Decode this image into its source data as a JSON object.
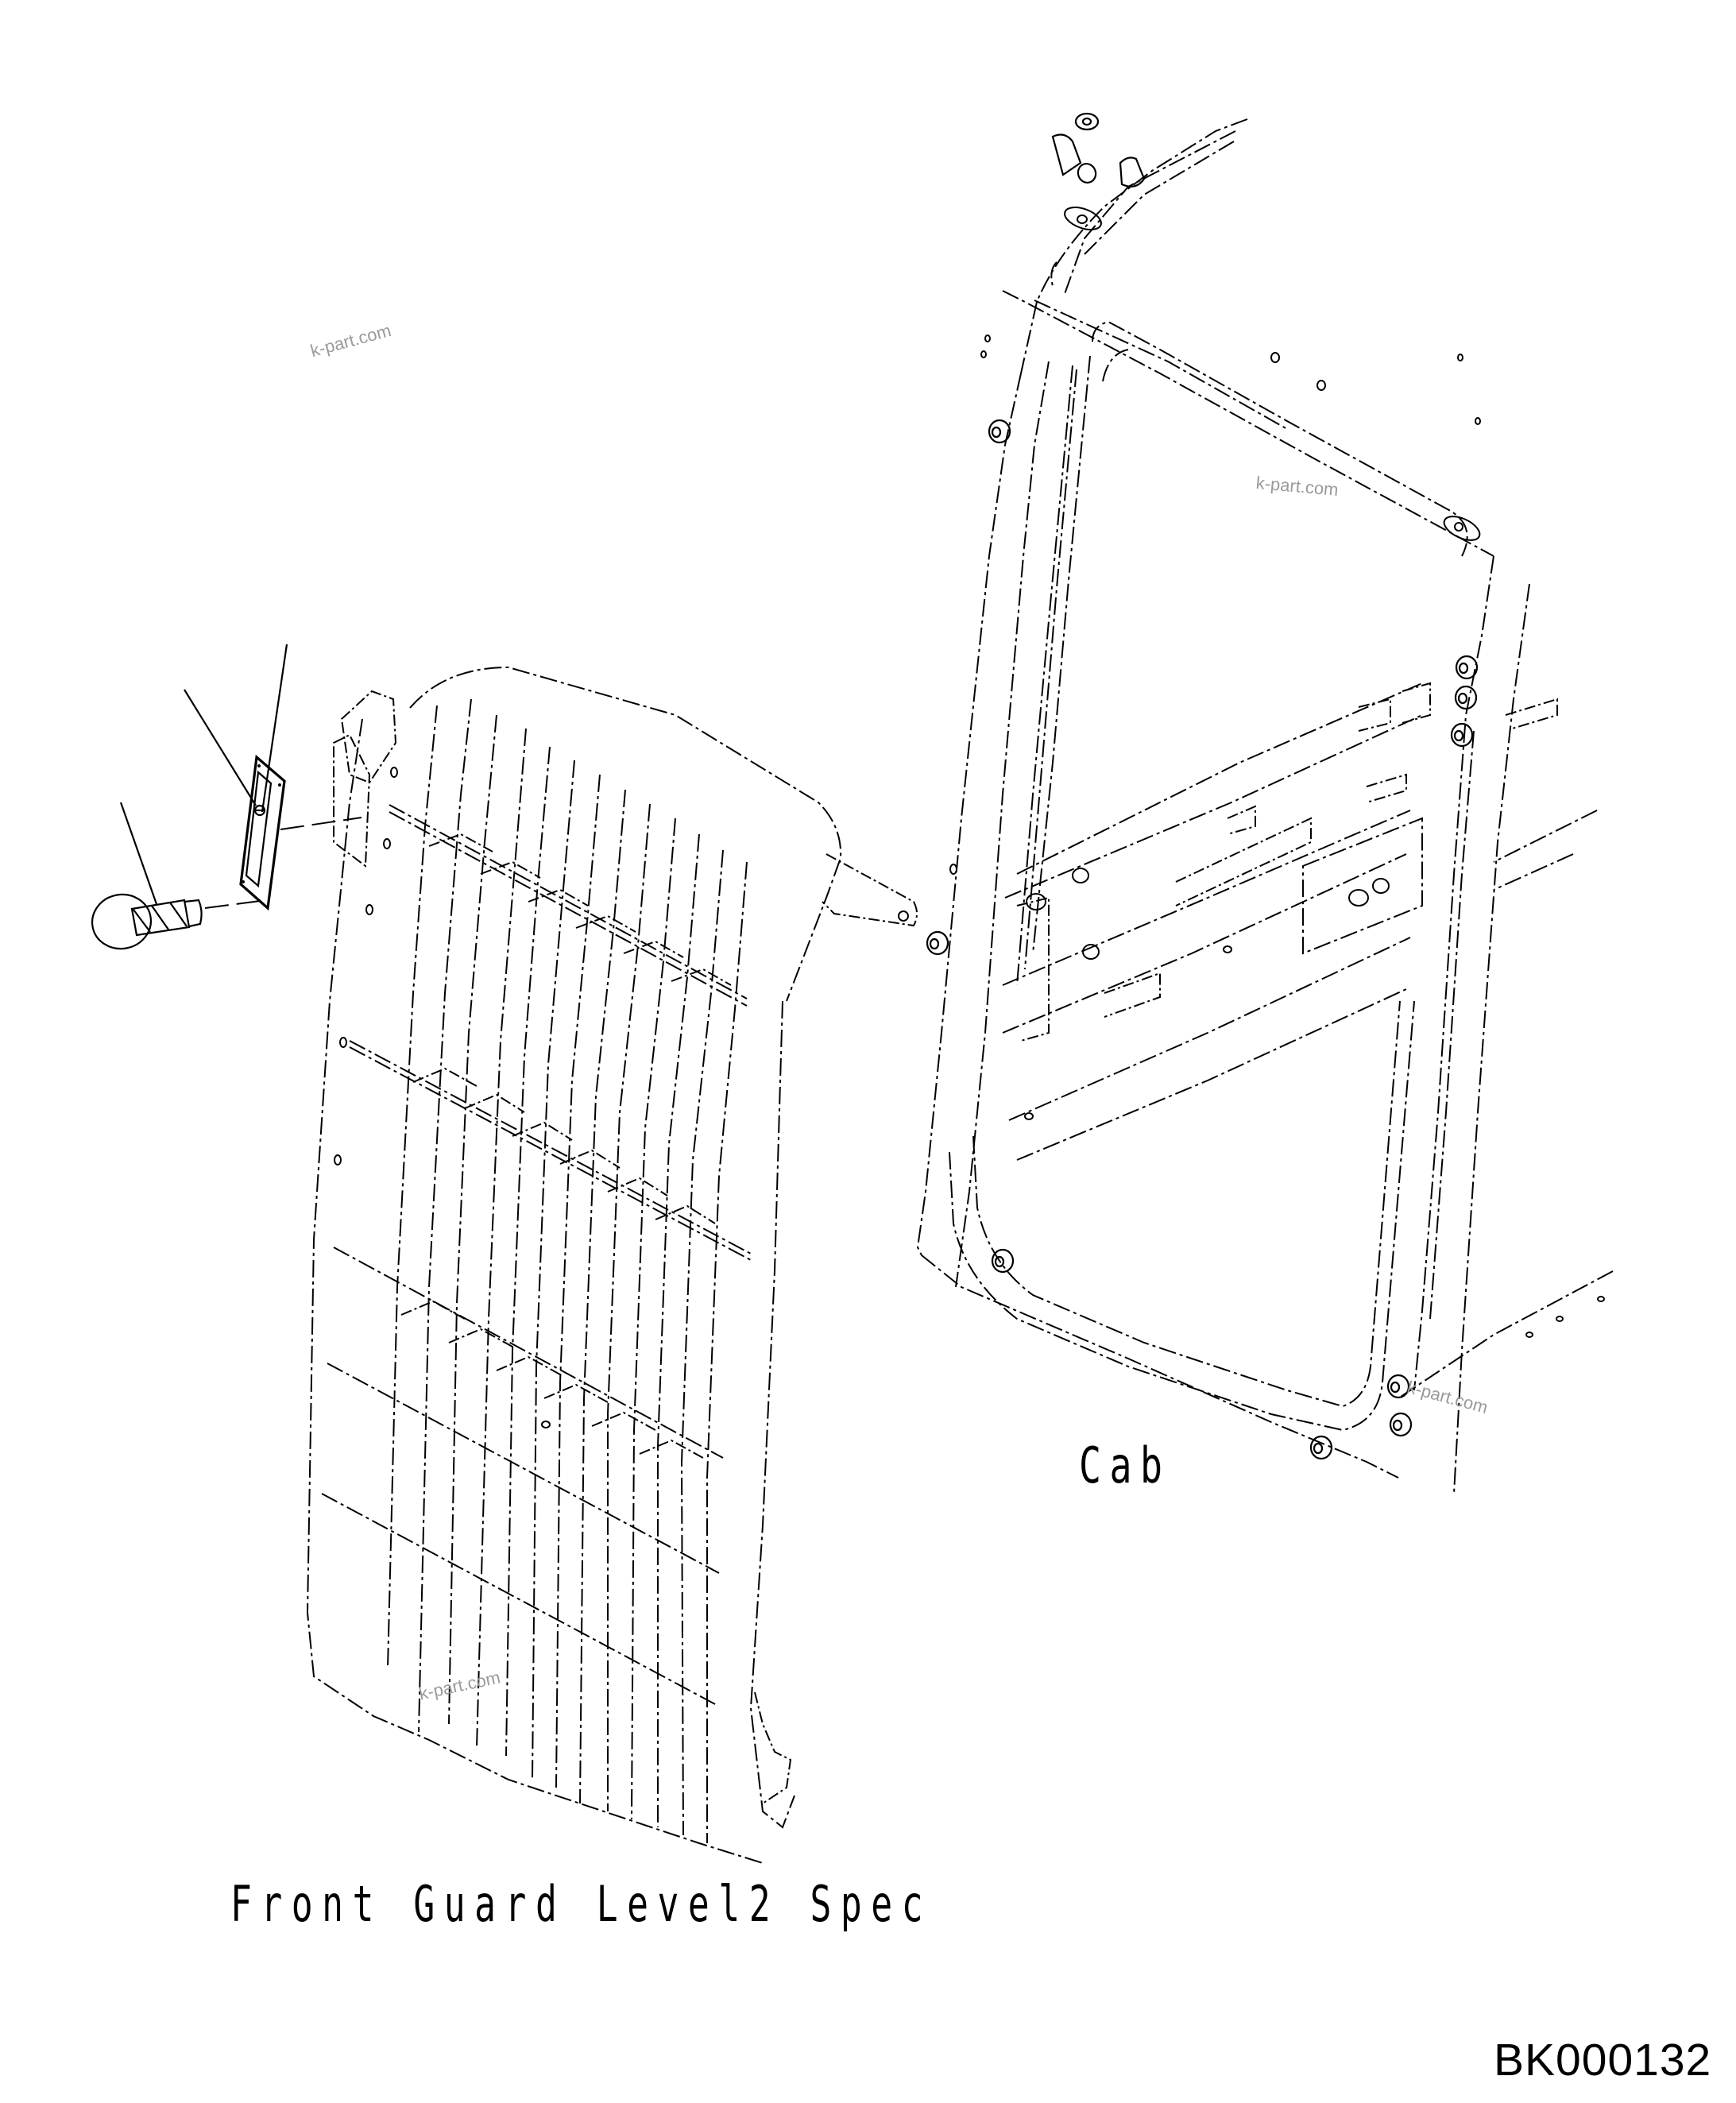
{
  "diagram": {
    "type": "exploded parts diagram",
    "drawing_id": "BK000132",
    "assemblies": [
      {
        "id": "front-guard",
        "label": "Front Guard Level2 Spec"
      },
      {
        "id": "cab",
        "label": "Cab"
      }
    ],
    "parts_shown": [
      {
        "id": "reflector-plate",
        "description": "rectangular plate with center screw, callout leader"
      },
      {
        "id": "bolt",
        "description": "threaded bolt with round head, callout leader"
      }
    ],
    "callout_leaders": 3,
    "watermarks": [
      "k-part.com",
      "k-part.com",
      "k-part.com",
      "k-part.com"
    ],
    "colors": {
      "line": "#000000",
      "background": "#ffffff",
      "watermark": "#9a9a9a"
    }
  }
}
